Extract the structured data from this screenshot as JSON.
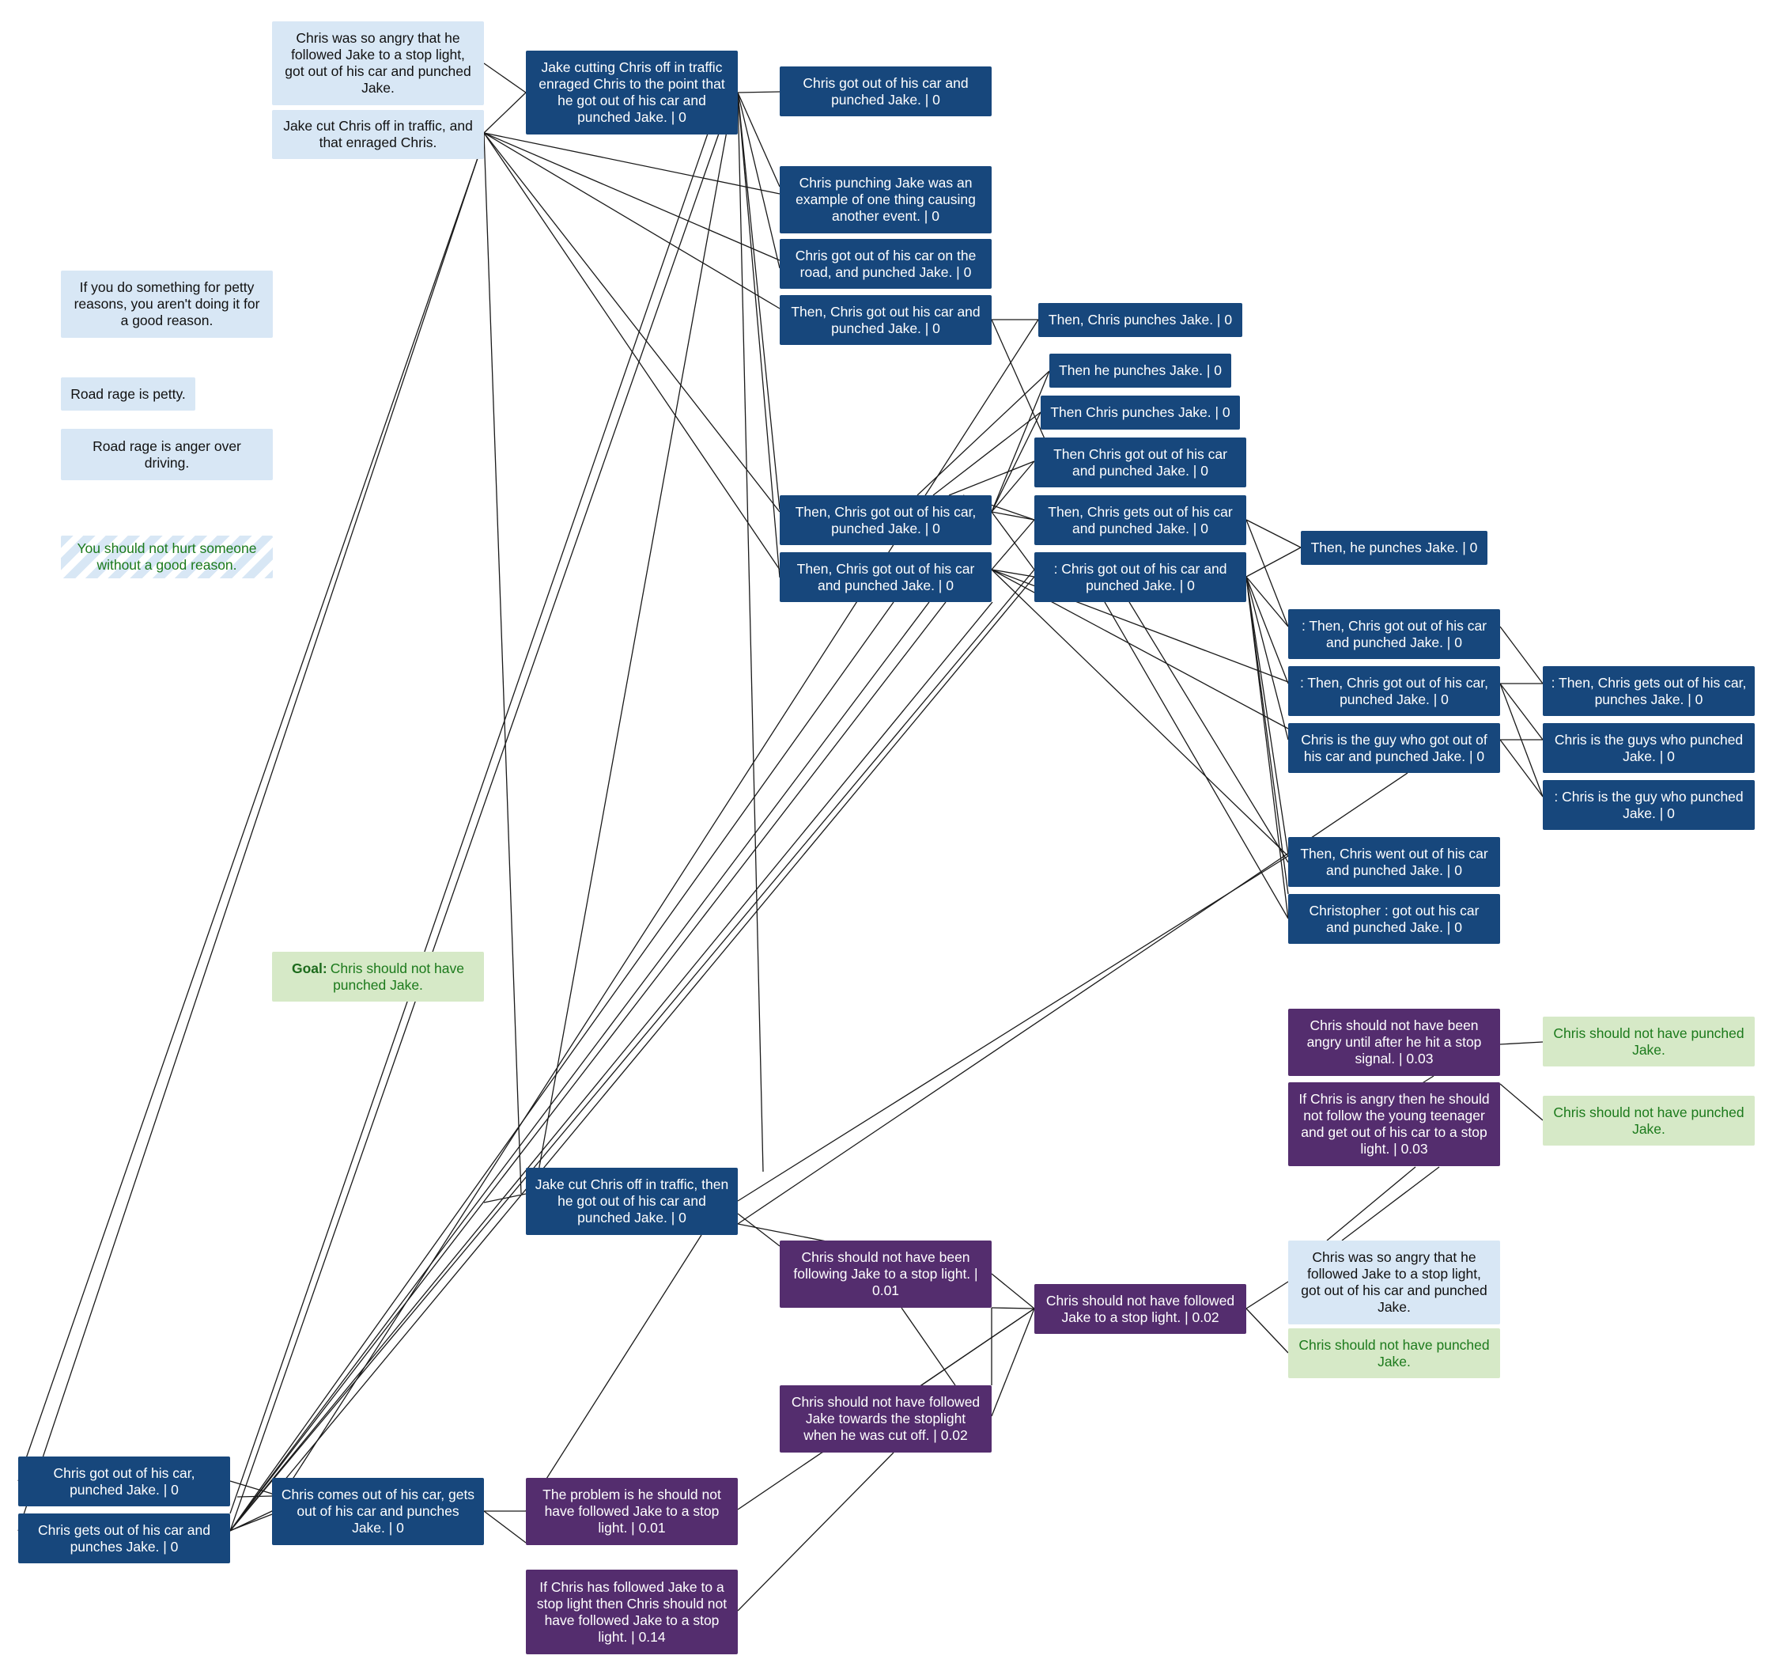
{
  "nodes": {
    "n_angry_top": "Chris was so angry that he followed Jake to a stop light, got out of his car and punched Jake.",
    "n_cut_enraged": "Jake cut Chris off in traffic, and that enraged Chris.",
    "n_petty_reasons": "If you do something for petty reasons, you aren't doing it for a good reason.",
    "n_road_rage_petty": "Road rage is petty.",
    "n_road_rage_anger": "Road rage is anger over driving.",
    "n_no_hurt": "You should not hurt someone without a good reason.",
    "n_goal_label": "Goal:",
    "n_goal_text": "Chris should not have punched Jake.",
    "n_got_out_punched_left": "Chris got out of his car, punched Jake. | 0",
    "n_gets_out_punches_left": "Chris gets out of his car and punches Jake. | 0",
    "n_jake_cutting": "Jake cutting Chris off in traffic enraged Chris to the point that he got out of his car and punched Jake. | 0",
    "n_jake_cut_then": "Jake cut Chris off in traffic, then he got out of his car and punched Jake. | 0",
    "n_comes_out": "Chris comes out of his car, gets out of his car and punches Jake. | 0",
    "n_problem": "The problem is he should not have followed Jake to a stop light. | 0.01",
    "n_if_followed": "If Chris has followed Jake to a stop light then Chris should not have followed Jake to a stop light. | 0.14",
    "n_got_out_and_punched": "Chris got out of his car and punched Jake. | 0",
    "n_example": "Chris punching Jake was an example of one thing causing another event. | 0",
    "n_on_road": "Chris got out of his car on the road, and punched Jake. | 0",
    "n_then_got_out_his": "Then, Chris got out his car and punched Jake. | 0",
    "n_then_comma": "Then, Chris got out of his car, punched Jake. | 0",
    "n_then_and": "Then, Chris got out of his car and punched Jake. | 0",
    "n_following": "Chris should not have been following Jake to a stop light. | 0.01",
    "n_towards": "Chris should not have followed Jake towards the stoplight when he was cut off. | 0.02",
    "n_then_punches": "Then, Chris punches Jake. | 0",
    "n_then_he_punches": "Then he punches Jake. | 0",
    "n_then_chris_punches": "Then Chris punches Jake. | 0",
    "n_then_got_out_of": "Then Chris got out of his car and punched Jake. | 0",
    "n_then_gets_out": "Then, Chris gets out of his car and punched Jake. | 0",
    "n_colon_got_out": ": Chris got out of his car and punched Jake. | 0",
    "n_followed_stop": "Chris should not have followed Jake to a stop light. | 0.02",
    "n_then_he_punches2": "Then, he punches Jake. | 0",
    "n_colon_then_and": ": Then, Chris got out of his car and punched Jake. | 0",
    "n_colon_then_comma": ": Then, Chris got out of his car, punched Jake. | 0",
    "n_guy_got_out": "Chris is the guy who got out of his car and punched Jake. | 0",
    "n_went_out": "Then, Chris went out of his car and punched Jake. | 0",
    "n_christopher": "Christopher : got out his car and punched Jake. | 0",
    "n_angry_until": "Chris should not have been angry until after he hit a stop signal. | 0.03",
    "n_if_angry": "If Chris is angry then he should not follow the young teenager and get out of his car to a stop light. | 0.03",
    "n_angry_mid": "Chris was so angry that he followed Jake to a stop light, got out of his car and punched Jake.",
    "n_green_mid": "Chris should not have punched Jake.",
    "n_colon_gets_out": ": Then, Chris gets out of his car, punches Jake. | 0",
    "n_guys_punched": "Chris is the guys who punched Jake. | 0",
    "n_colon_guy_punched": ": Chris is the guy who punched Jake. | 0",
    "n_green_r1": "Chris should not have punched Jake.",
    "n_green_r2": "Chris should not have punched Jake."
  }
}
